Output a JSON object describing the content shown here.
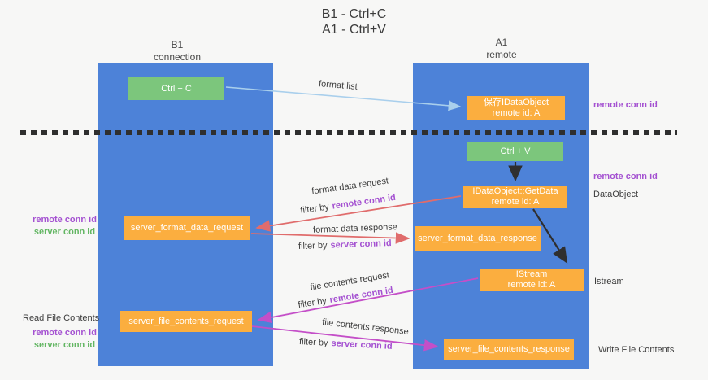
{
  "title": {
    "line1": "B1 - Ctrl+C",
    "line2": "A1 - Ctrl+V"
  },
  "lanes": {
    "left": {
      "title": "B1",
      "subtitle": "connection"
    },
    "right": {
      "title": "A1",
      "subtitle": "remote"
    }
  },
  "nodes": {
    "ctrl_c": {
      "label": "Ctrl + C"
    },
    "save_dataobject": {
      "line1": "保存IDataObject",
      "line2": "remote id: A"
    },
    "ctrl_v": {
      "label": "Ctrl + V"
    },
    "getdata": {
      "line1": "IDataObject::GetData",
      "line2": "remote id: A"
    },
    "server_format_data_request": {
      "label": "server_format_data_request"
    },
    "server_format_data_response": {
      "label": "server_format_data_response"
    },
    "istream": {
      "line1": "IStream",
      "line2": "remote id: A"
    },
    "server_file_contents_request": {
      "label": "server_file_contents_request"
    },
    "server_file_contents_response": {
      "label": "server_file_contents_response"
    }
  },
  "flow_labels": {
    "format_list": "format list",
    "format_data_request": "format data request",
    "format_data_response": "format data response",
    "file_contents_request": "file contents request",
    "file_contents_response": "file contents response",
    "filter_by": "filter by",
    "remote_conn_id": "remote conn id",
    "server_conn_id": "server conn id"
  },
  "side_labels": {
    "right_remote_conn_id_top": "remote conn id",
    "right_remote_conn_id_mid": "remote conn id",
    "dataobject": "DataObject",
    "istream": "Istream",
    "write_file_contents": "Write File Contents",
    "left_remote_conn_id_top": "remote conn id",
    "left_server_conn_id_top": "server conn id",
    "read_file_contents": "Read File Contents",
    "left_remote_conn_id_bottom": "remote conn id",
    "left_server_conn_id_bottom": "server conn id"
  },
  "colors": {
    "lane_blue": "#4d82d8",
    "box_green": "#7cc67c",
    "box_orange": "#fbae3f",
    "purple": "#a451d1",
    "green": "#63b663",
    "arrow_light_blue": "#a9cfec",
    "arrow_red": "#e06c6c",
    "arrow_magenta": "#c44fc8",
    "arrow_black": "#2f2f2f",
    "divider": "#2f2f2f"
  }
}
